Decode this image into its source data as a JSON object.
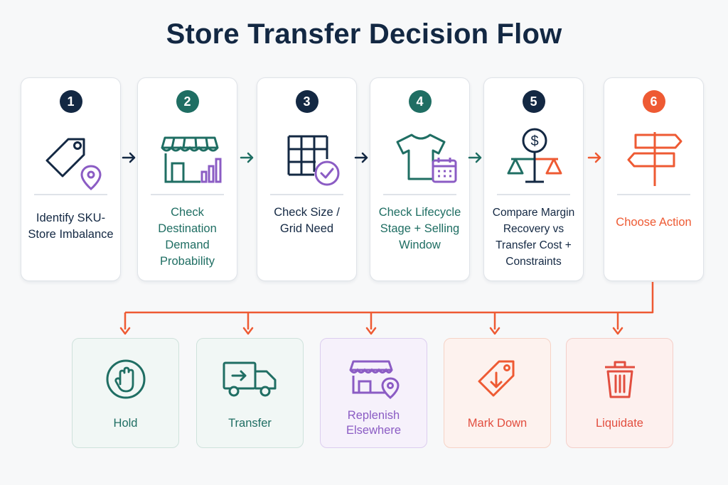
{
  "title": "Store Transfer Decision Flow",
  "colors": {
    "navy": "#132843",
    "teal": "#1f6e63",
    "purple": "#8b5cc4",
    "orange": "#ee5a33",
    "red": "#e24e3f"
  },
  "steps": [
    {
      "number": "1",
      "label": "Identify SKU-Store Imbalance",
      "icon": "price-tag-location-icon"
    },
    {
      "number": "2",
      "label": "Check Destination Demand Probability",
      "icon": "store-bar-chart-icon"
    },
    {
      "number": "3",
      "label": "Check Size / Grid Need",
      "icon": "size-grid-check-icon"
    },
    {
      "number": "4",
      "label": "Check Lifecycle Stage + Selling Window",
      "icon": "tshirt-calendar-icon"
    },
    {
      "number": "5",
      "label": "Compare Margin Recovery vs Transfer Cost + Constraints",
      "icon": "dollar-scale-icon"
    },
    {
      "number": "6",
      "label": "Choose Action",
      "icon": "signpost-icon"
    }
  ],
  "outcomes": [
    {
      "label": "Hold",
      "icon": "stop-hand-icon"
    },
    {
      "label": "Transfer",
      "icon": "delivery-truck-icon"
    },
    {
      "label": "Replenish Elsewhere",
      "icon": "store-location-icon"
    },
    {
      "label": "Mark Down",
      "icon": "markdown-tag-icon"
    },
    {
      "label": "Liquidate",
      "icon": "trash-bin-icon"
    }
  ]
}
